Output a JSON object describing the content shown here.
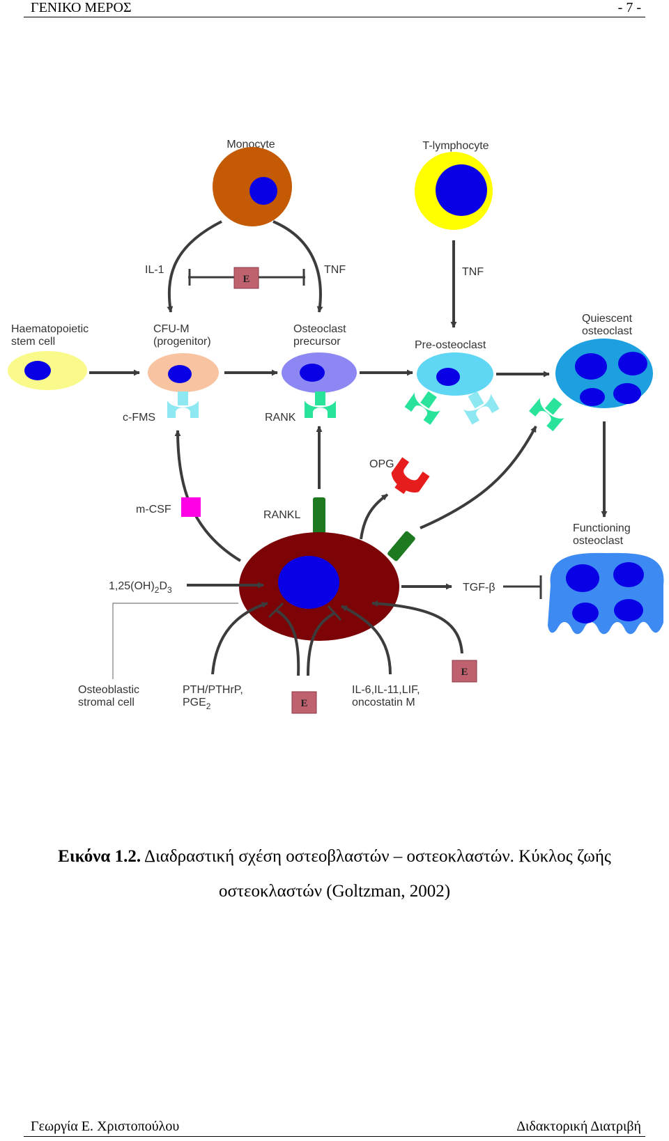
{
  "header": {
    "left": "ΓΕΝΙΚΟ ΜΕΡΟΣ",
    "right": "- 7 -"
  },
  "diagram": {
    "cells": {
      "monocyte": "Monocyte",
      "t_lymphocyte": "T-lymphocyte",
      "haematopoietic_1": "Haematopoietic",
      "haematopoietic_2": "stem cell",
      "cfu_1": "CFU-M",
      "cfu_2": "(progenitor)",
      "ocp_1": "Osteoclast",
      "ocp_2": "precursor",
      "pre_osteoclast": "Pre-osteoclast",
      "quiescent_1": "Quiescent",
      "quiescent_2": "osteoclast",
      "functioning_1": "Functioning",
      "functioning_2": "osteoclast",
      "stromal_1": "Osteoblastic",
      "stromal_2": "stromal cell"
    },
    "labels": {
      "il1": "IL-1",
      "tnf_1": "TNF",
      "tnf_2": "TNF",
      "cfms": "c-FMS",
      "rank": "RANK",
      "opg": "OPG",
      "mcsf": "m-CSF",
      "rankl": "RANKL",
      "vitd_main": "1,25(OH)",
      "vitd_sub1": "2",
      "vitd_mid": "D",
      "vitd_sub2": "3",
      "tgfb": "TGF-β",
      "pth_1": "PTH/PTHrP,",
      "pth_2": "PGE",
      "pth_sub": "2",
      "il6_1": "IL-6,IL-11,LIF,",
      "il6_2": "oncostatin M"
    },
    "e_boxes": [
      "E",
      "E",
      "E"
    ],
    "colors": {
      "monocyte": "#c45a04",
      "nucleus": "#0a00e6",
      "t_lymph_ring": "#ffff00",
      "stem_cell": "#fafa8c",
      "cfu_m": "#f7c3a0",
      "ocp": "#8d87f4",
      "pre_ocl": "#5fd6f4",
      "quiescent": "#1d9fe0",
      "functioning": "#3d8bf2",
      "osteoblast": "#7c0406",
      "e_box": "#c0616f",
      "opg": "#e71d1d",
      "rankl": "#1e7a20",
      "rank": "#29e39b",
      "cfms": "#8ee8f2",
      "mcsf": "#ff00e6",
      "arrow": "#3c3c3c"
    }
  },
  "caption": {
    "prefix": "Εικόνα 1.2.",
    "line1": " Διαδραστική σχέση οστεοβλαστών – οστεοκλαστών. Κύκλος ζωής",
    "line2": "οστεοκλαστών (Goltzman, 2002)"
  },
  "footer": {
    "left": "Γεωργία Ε. Χριστοπούλου",
    "right": "Διδακτορική Διατριβή"
  }
}
